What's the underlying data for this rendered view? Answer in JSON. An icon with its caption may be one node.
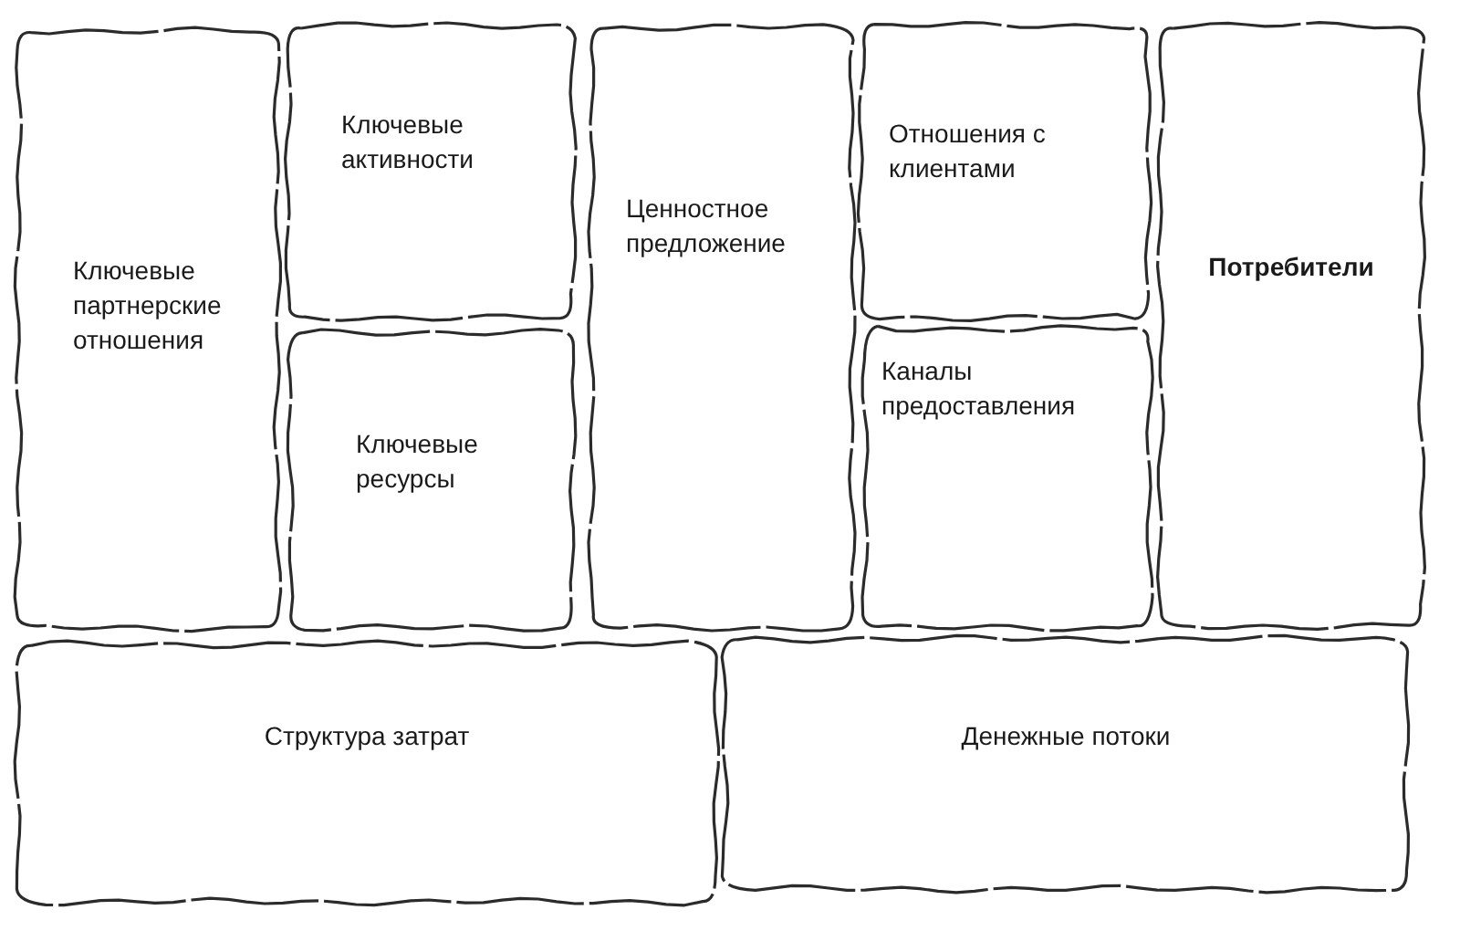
{
  "diagram": {
    "nodes": [
      {
        "text": [
          "Ключевые партнерские отношения"
        ]
      },
      {
        "text": [
          "Ключевые активности"
        ]
      },
      {
        "text": [
          "Ключевые ресурсы"
        ]
      },
      {
        "text": [
          "Ценностное предложение"
        ]
      },
      {
        "text": [
          "Отношения с клиентами"
        ]
      },
      {
        "text": [
          "Каналы предоставления"
        ]
      },
      {
        "text": [
          "Потребители"
        ]
      },
      {
        "text": [
          "Структура затрат"
        ]
      },
      {
        "text": [
          "Денежные потоки"
        ]
      }
    ]
  }
}
